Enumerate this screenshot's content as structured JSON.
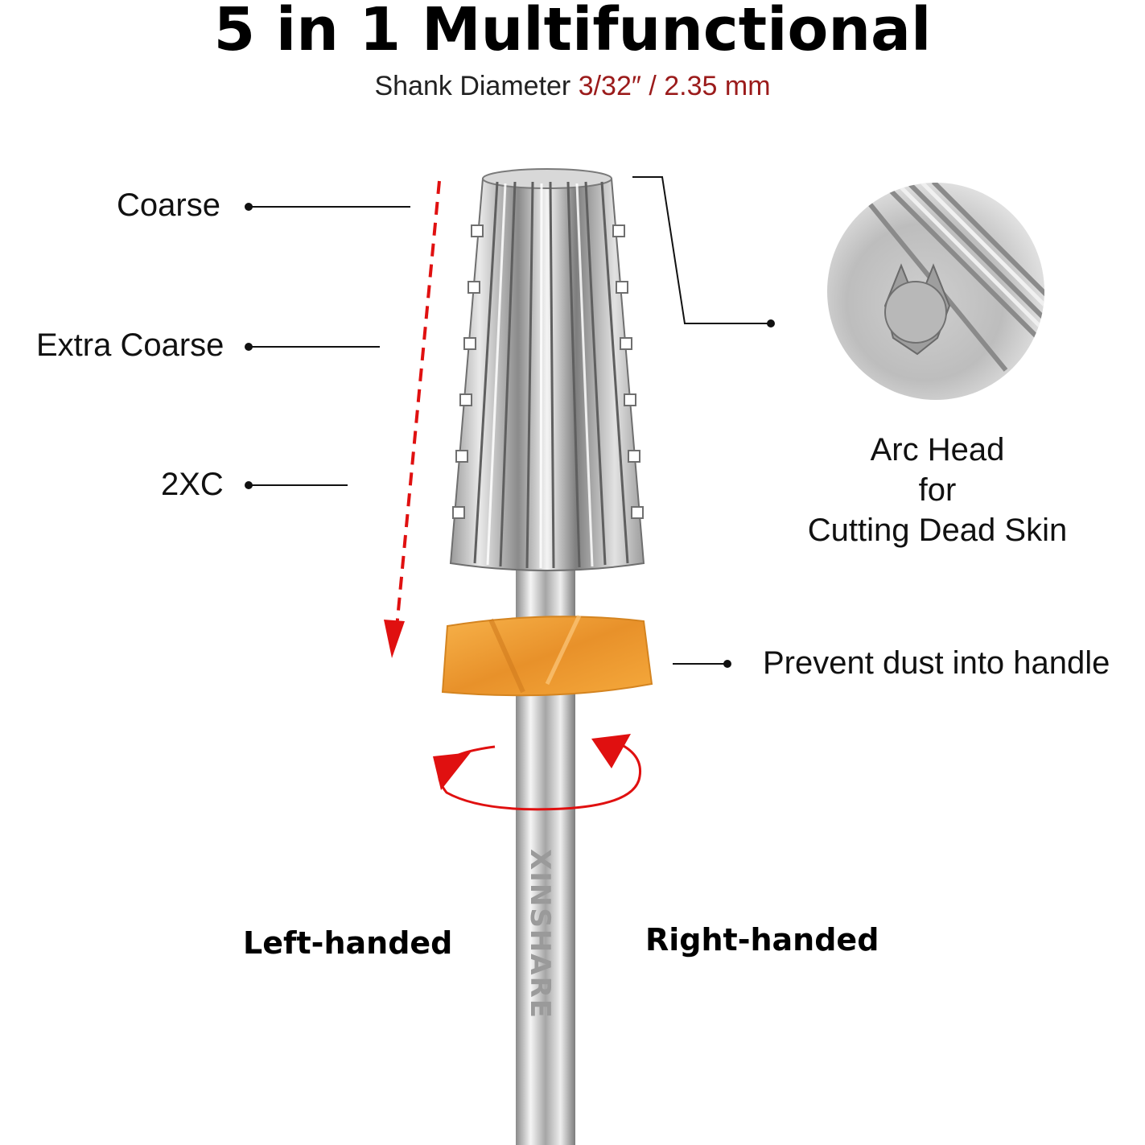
{
  "header": {
    "title": "5 in 1 Multifunctional",
    "subtitle_prefix": "Shank Diameter ",
    "subtitle_value": "3/32″ / 2.35 mm"
  },
  "grit_labels": {
    "coarse": "Coarse",
    "extra_coarse": "Extra Coarse",
    "xxc": "2XC"
  },
  "arc_head": {
    "line1": "Arc Head",
    "line2": "for",
    "line3": "Cutting Dead Skin"
  },
  "dust_label": "Prevent dust into handle",
  "rotation": {
    "left": "Left-handed",
    "right": "Right-handed"
  },
  "brand_engraving": "XINSHARE",
  "colors": {
    "accent_red": "#e01010",
    "subtitle_red": "#9b1b1b",
    "dust_cap_orange": "#f2a63a"
  }
}
